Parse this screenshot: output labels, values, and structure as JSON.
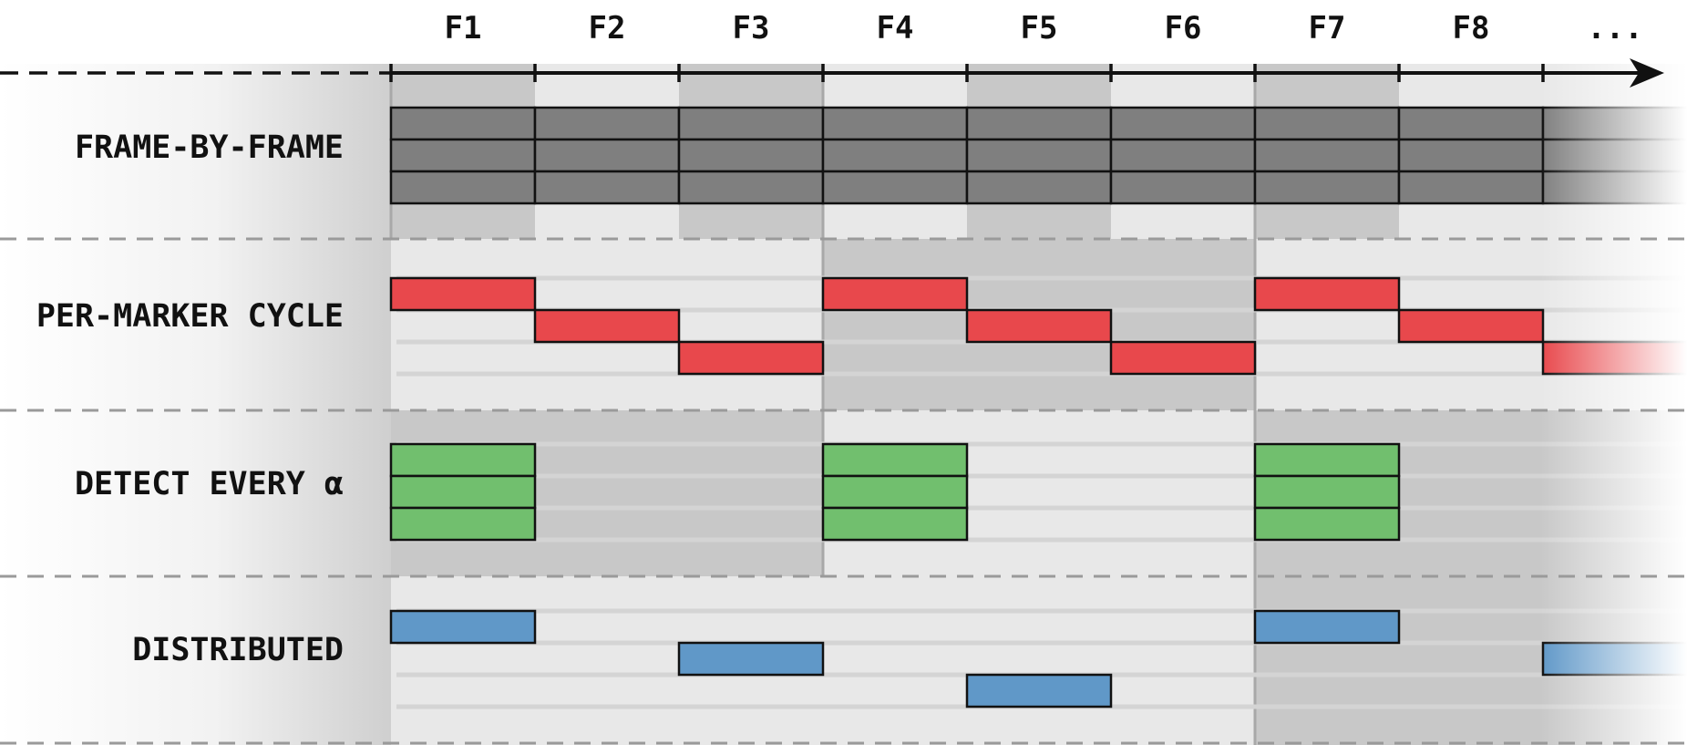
{
  "frames": [
    "F1",
    "F2",
    "F3",
    "F4",
    "F5",
    "F6",
    "F7",
    "F8",
    "..."
  ],
  "colors": {
    "frame_by_frame": "#7f7f7f",
    "per_marker_cycle": "#e8484c",
    "detect_every": "#71bf6e",
    "distributed": "#6098c8",
    "band_light": "#e8e8e8",
    "band_dark": "#c8c8c8"
  },
  "rows": [
    {
      "key": "frame_by_frame",
      "label": "FRAME-BY-FRAME"
    },
    {
      "key": "per_marker_cycle",
      "label": "PER-MARKER CYCLE"
    },
    {
      "key": "detect_every",
      "label": "DETECT EVERY α"
    },
    {
      "key": "distributed",
      "label": "DISTRIBUTED"
    }
  ],
  "schedule": {
    "frame_by_frame": [
      [
        1,
        0
      ],
      [
        1,
        1
      ],
      [
        1,
        2
      ],
      [
        2,
        0
      ],
      [
        2,
        1
      ],
      [
        2,
        2
      ],
      [
        3,
        0
      ],
      [
        3,
        1
      ],
      [
        3,
        2
      ],
      [
        4,
        0
      ],
      [
        4,
        1
      ],
      [
        4,
        2
      ],
      [
        5,
        0
      ],
      [
        5,
        1
      ],
      [
        5,
        2
      ],
      [
        6,
        0
      ],
      [
        6,
        1
      ],
      [
        6,
        2
      ],
      [
        7,
        0
      ],
      [
        7,
        1
      ],
      [
        7,
        2
      ],
      [
        8,
        0
      ],
      [
        8,
        1
      ],
      [
        8,
        2
      ],
      [
        9,
        0
      ],
      [
        9,
        1
      ],
      [
        9,
        2
      ]
    ],
    "per_marker_cycle": [
      [
        1,
        0
      ],
      [
        2,
        1
      ],
      [
        3,
        2
      ],
      [
        4,
        0
      ],
      [
        5,
        1
      ],
      [
        6,
        2
      ],
      [
        7,
        0
      ],
      [
        8,
        1
      ],
      [
        9,
        2
      ]
    ],
    "detect_every": [
      [
        1,
        0
      ],
      [
        1,
        1
      ],
      [
        1,
        2
      ],
      [
        4,
        0
      ],
      [
        4,
        1
      ],
      [
        4,
        2
      ],
      [
        7,
        0
      ],
      [
        7,
        1
      ],
      [
        7,
        2
      ]
    ],
    "distributed": [
      [
        1,
        0
      ],
      [
        3,
        1
      ],
      [
        5,
        2
      ],
      [
        7,
        0
      ],
      [
        9,
        1
      ]
    ]
  }
}
